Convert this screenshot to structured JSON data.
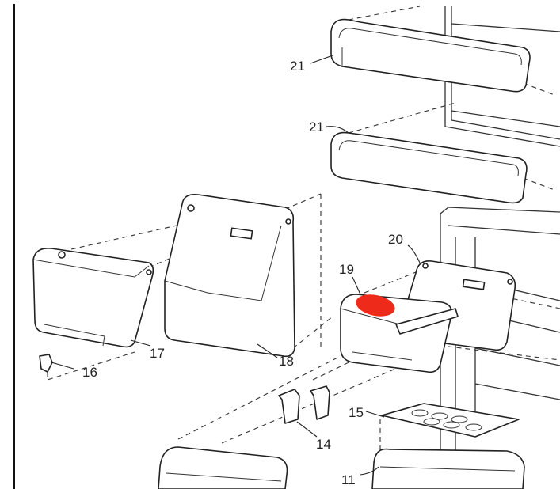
{
  "callouts": {
    "c21a": "21",
    "c21b": "21",
    "c20": "20",
    "c19": "19",
    "c18": "18",
    "c17": "17",
    "c16": "16",
    "c15": "15",
    "c14": "14",
    "c11": "11"
  },
  "colors": {
    "highlight_marker": "#ee2a1b",
    "line": "#222222",
    "background": "#ffffff"
  }
}
